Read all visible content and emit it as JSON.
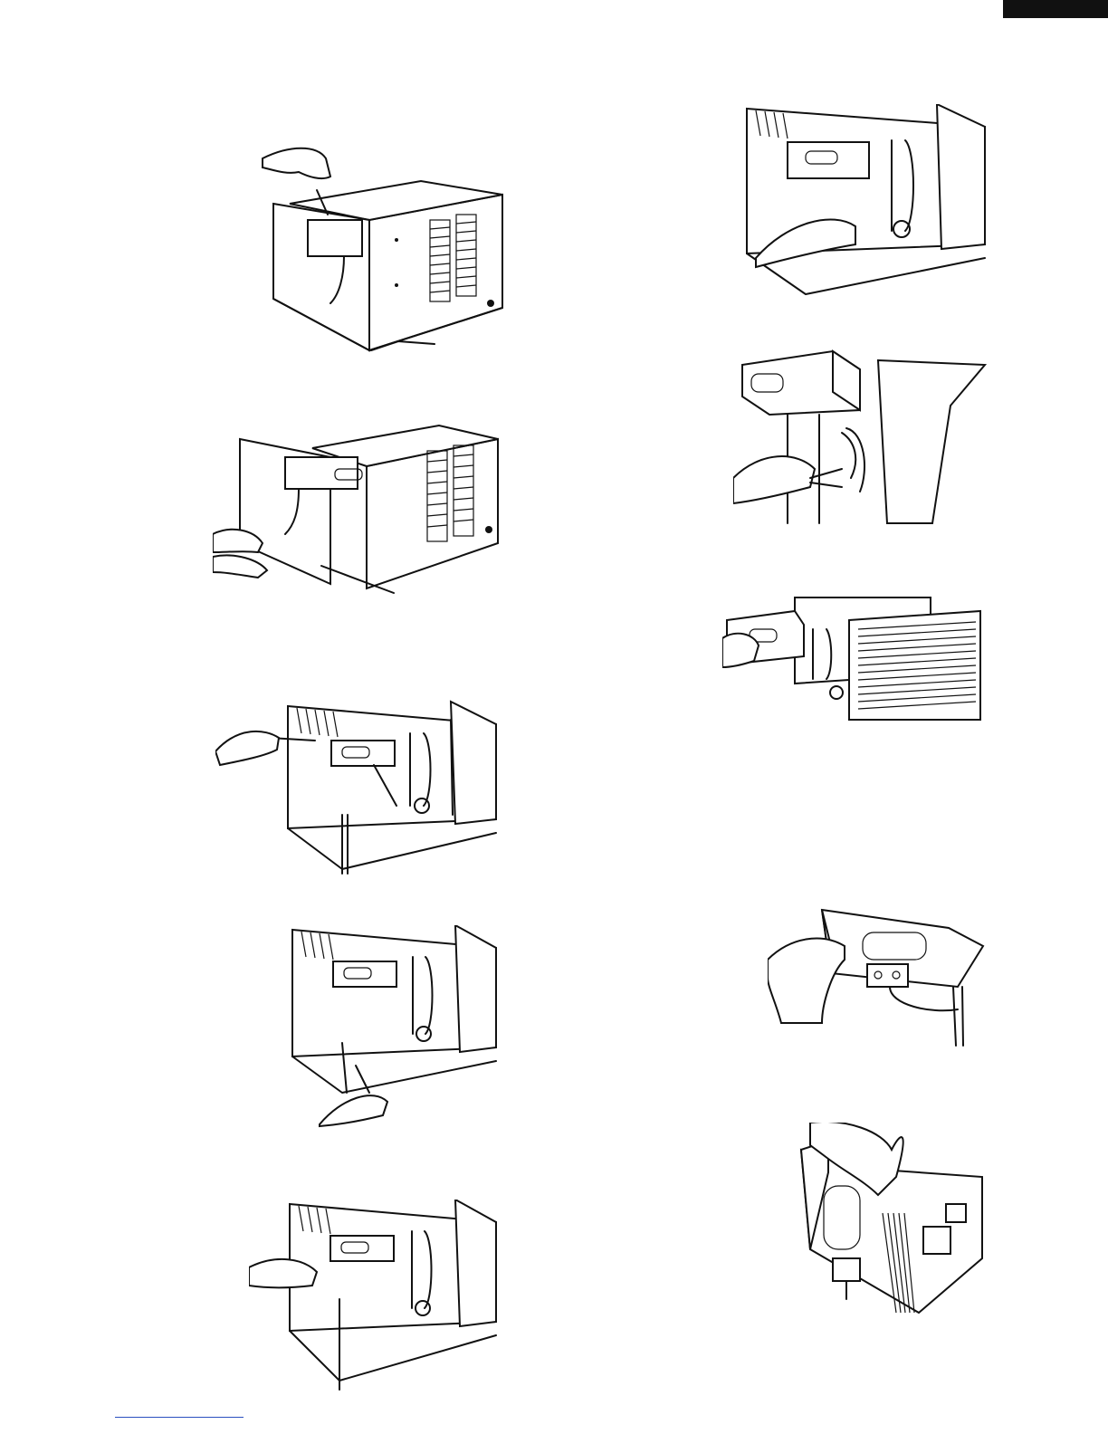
{
  "page": {
    "accent_colors": {
      "tab_marker": "#111111",
      "footer_rule": "#2b4fbf",
      "line_art": "#111111"
    }
  },
  "figures": [
    {
      "id": "fig-1",
      "name": "unit-front-screwdriver-top",
      "column": "left"
    },
    {
      "id": "fig-2",
      "name": "unit-pull-chassis-out",
      "column": "left"
    },
    {
      "id": "fig-3",
      "name": "chassis-screwdriver-control-box",
      "column": "left"
    },
    {
      "id": "fig-4",
      "name": "chassis-screwdriver-lower",
      "column": "left"
    },
    {
      "id": "fig-5",
      "name": "chassis-hand-on-wiring",
      "column": "left"
    },
    {
      "id": "fig-6",
      "name": "chassis-hand-inside-front",
      "column": "right"
    },
    {
      "id": "fig-7",
      "name": "control-box-pliers-wiring",
      "column": "right"
    },
    {
      "id": "fig-8",
      "name": "control-box-removed-condenser",
      "column": "right"
    },
    {
      "id": "fig-9",
      "name": "control-box-screw-removal",
      "column": "right"
    },
    {
      "id": "fig-10",
      "name": "control-box-inside-wiring",
      "column": "right"
    }
  ]
}
